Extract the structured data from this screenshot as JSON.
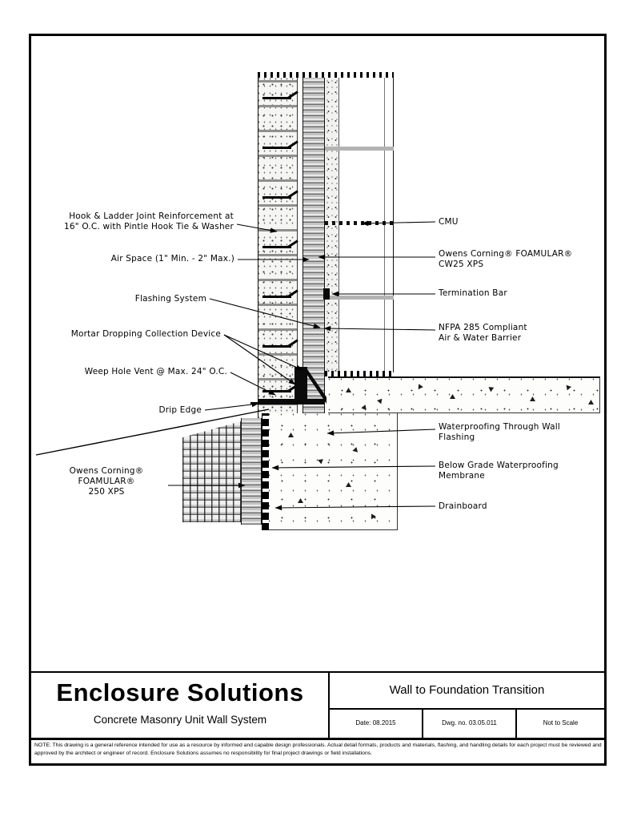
{
  "drawing": {
    "callouts_left": [
      {
        "label": "Hook & Ladder Joint Reinforcement at\n16\" O.C. with Pintle Hook Tie & Washer"
      },
      {
        "label": "Air Space (1\" Min. - 2\" Max.)"
      },
      {
        "label": "Flashing System"
      },
      {
        "label": "Mortar Dropping Collection Device"
      },
      {
        "label": "Weep Hole Vent @ Max. 24\" O.C."
      },
      {
        "label": "Drip Edge"
      },
      {
        "label": "Owens Corning®\nFOAMULAR®\n250 XPS"
      }
    ],
    "callouts_right": [
      {
        "label": "CMU"
      },
      {
        "label": "Owens Corning® FOAMULAR®\nCW25 XPS"
      },
      {
        "label": "Termination Bar"
      },
      {
        "label": "NFPA 285 Compliant\nAir & Water Barrier"
      },
      {
        "label": "Waterproofing Through Wall\nFlashing"
      },
      {
        "label": "Below Grade Waterproofing\nMembrane"
      },
      {
        "label": "Drainboard"
      }
    ]
  },
  "title_block": {
    "company": "Enclosure Solutions",
    "subtitle": "Concrete Masonry Unit Wall System",
    "drawing_title": "Wall to Foundation Transition",
    "date": "Date: 08.2015",
    "dwg_no": "Dwg. no. 03.05.011",
    "scale": "Not to Scale"
  },
  "note": "NOTE: This drawing is a general reference intended for use as a resource by informed and capable design professionals. Actual detail formats, products and materials, flashing, and handling details for each project must be reviewed and approved by the architect or engineer of record. Enclosure Solutions assumes no responsibility for final project drawings or field installations."
}
